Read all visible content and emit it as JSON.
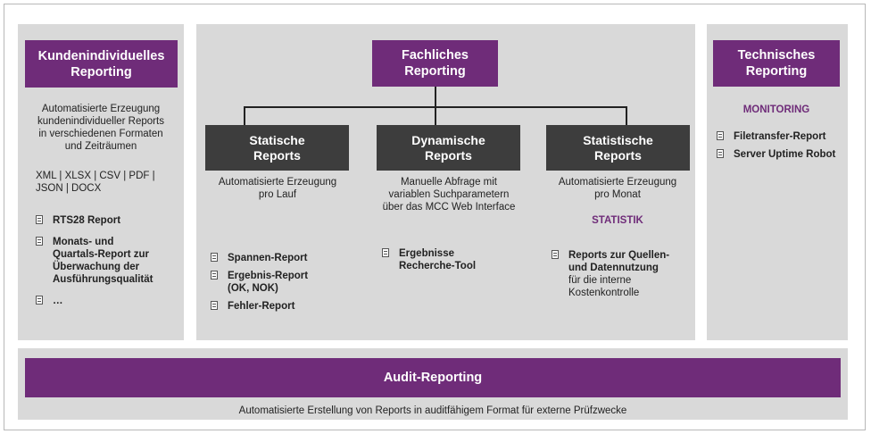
{
  "left": {
    "title_line1": "Kundenindividuelles",
    "title_line2": "Reporting",
    "desc_line1": "Automatisierte Erzeugung",
    "desc_line2": "kundenindividueller Reports",
    "desc_line3": "in verschiedenen Formaten",
    "desc_line4": "und Zeiträumen",
    "formats_line1": "XML | XLSX  | CSV | PDF |",
    "formats_line2": "JSON | DOCX",
    "items": [
      {
        "lines": [
          "RTS28 Report"
        ]
      },
      {
        "lines": [
          "Monats- und",
          "Quartals-Report zur",
          "Überwachung der",
          "Ausführungsqualität"
        ]
      },
      {
        "lines": [
          "…"
        ]
      }
    ]
  },
  "center": {
    "title_line1": "Fachliches",
    "title_line2": "Reporting",
    "statische": {
      "title_line1": "Statische",
      "title_line2": "Reports",
      "desc_line1": "Automatisierte Erzeugung",
      "desc_line2": "pro Lauf",
      "items": [
        {
          "lines": [
            "Spannen-Report"
          ]
        },
        {
          "lines": [
            "Ergebnis-Report",
            "(OK, NOK)"
          ]
        },
        {
          "lines": [
            "Fehler-Report"
          ]
        }
      ]
    },
    "dynamische": {
      "title_line1": "Dynamische",
      "title_line2": "Reports",
      "desc_line1": "Manuelle Abfrage mit",
      "desc_line2": "variablen Suchparametern",
      "desc_line3": "über das MCC Web Interface",
      "items": [
        {
          "lines": [
            "Ergebnisse",
            "Recherche-Tool"
          ]
        }
      ]
    },
    "statistische": {
      "title_line1": "Statistische",
      "title_line2": "Reports",
      "desc_line1": "Automatisierte Erzeugung",
      "desc_line2": "pro Monat",
      "sub_label": "STATISTIK",
      "item_bold_line1": "Reports zur Quellen-",
      "item_bold_line2": "und Datennutzung",
      "item_line3": "für die interne",
      "item_line4": "Kostenkontrolle"
    }
  },
  "right": {
    "title_line1": "Technisches",
    "title_line2": "Reporting",
    "sub_label": "MONITORING",
    "items": [
      {
        "lines": [
          "Filetransfer-Report"
        ]
      },
      {
        "lines": [
          "Server Uptime Robot"
        ]
      }
    ]
  },
  "audit": {
    "title": "Audit-Reporting",
    "desc": "Automatisierte Erstellung von Reports in auditfähigem Format für externe Prüfzwecke"
  },
  "colors": {
    "purple": "#6f2c79",
    "dark": "#3d3d3d",
    "panel": "#d9d9d9"
  },
  "icons": {
    "bullet": "document-icon"
  }
}
